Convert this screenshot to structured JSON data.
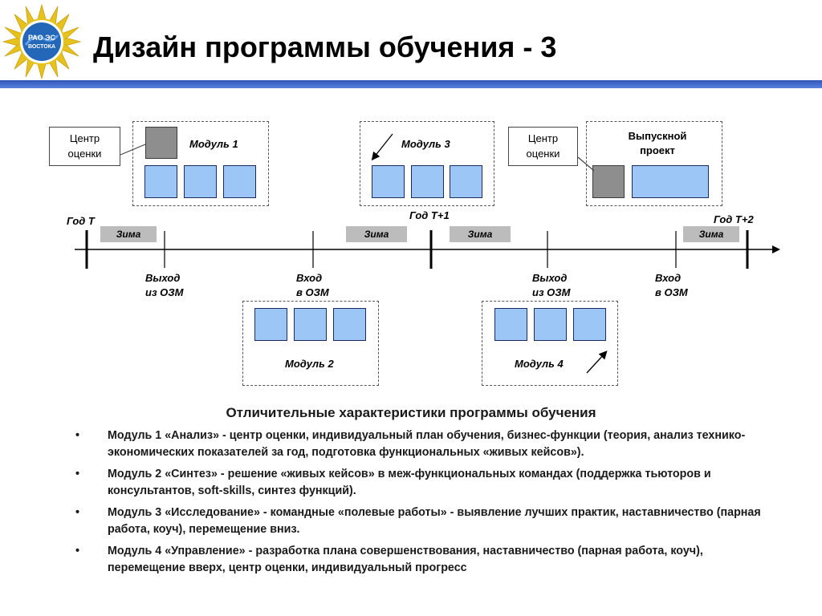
{
  "slide": {
    "title": "Дизайн программы обучения - 3"
  },
  "logo": {
    "text_top": "РАО ЭС",
    "text_bottom": "ВОСТОКА",
    "colors": {
      "sun": "#e7c21c",
      "globe": "#2466b8",
      "ring": "#ffffff"
    }
  },
  "diagram": {
    "modules": {
      "m1": "Модуль 1",
      "m2": "Модуль 2",
      "m3": "Модуль 3",
      "m4": "Модуль 4",
      "final_line1": "Выпускной",
      "final_line2": "проект"
    },
    "callouts": {
      "left_line1": "Центр",
      "left_line2": "оценки",
      "right_line1": "Центр",
      "right_line2": "оценки"
    },
    "timeline": {
      "year_t": "Год T",
      "year_t1": "Год T+1",
      "year_t2": "Год T+2",
      "winter": "Зима",
      "exit_line1": "Выход",
      "exit_line2": "из ОЗМ",
      "enter_line1": "Вход",
      "enter_line2": "в ОЗМ"
    },
    "colors": {
      "module_cell": "#9cc6f5",
      "assessment_cell": "#8e8e8e",
      "winter_bar": "#bcbcbc"
    }
  },
  "characteristics": {
    "heading": "Отличительные характеристики программы обучения",
    "bullet": "•",
    "items": [
      "Модуль 1 «Анализ» - центр оценки, индивидуальный план обучения, бизнес-функции (теория, анализ технико-экономических показателей за год, подготовка функциональных «живых кейсов»).",
      "Модуль 2 «Синтез» - решение «живых кейсов» в меж-функциональных командах (поддержка тьюторов и консультантов, soft-skills, синтез функций).",
      "Модуль 3 «Исследование» - командные «полевые работы» - выявление лучших практик, наставничество (парная работа, коуч), перемещение вниз.",
      "Модуль 4 «Управление» - разработка плана совершенствования, наставничество (парная работа, коуч), перемещение вверх, центр оценки, индивидуальный прогресс"
    ]
  }
}
